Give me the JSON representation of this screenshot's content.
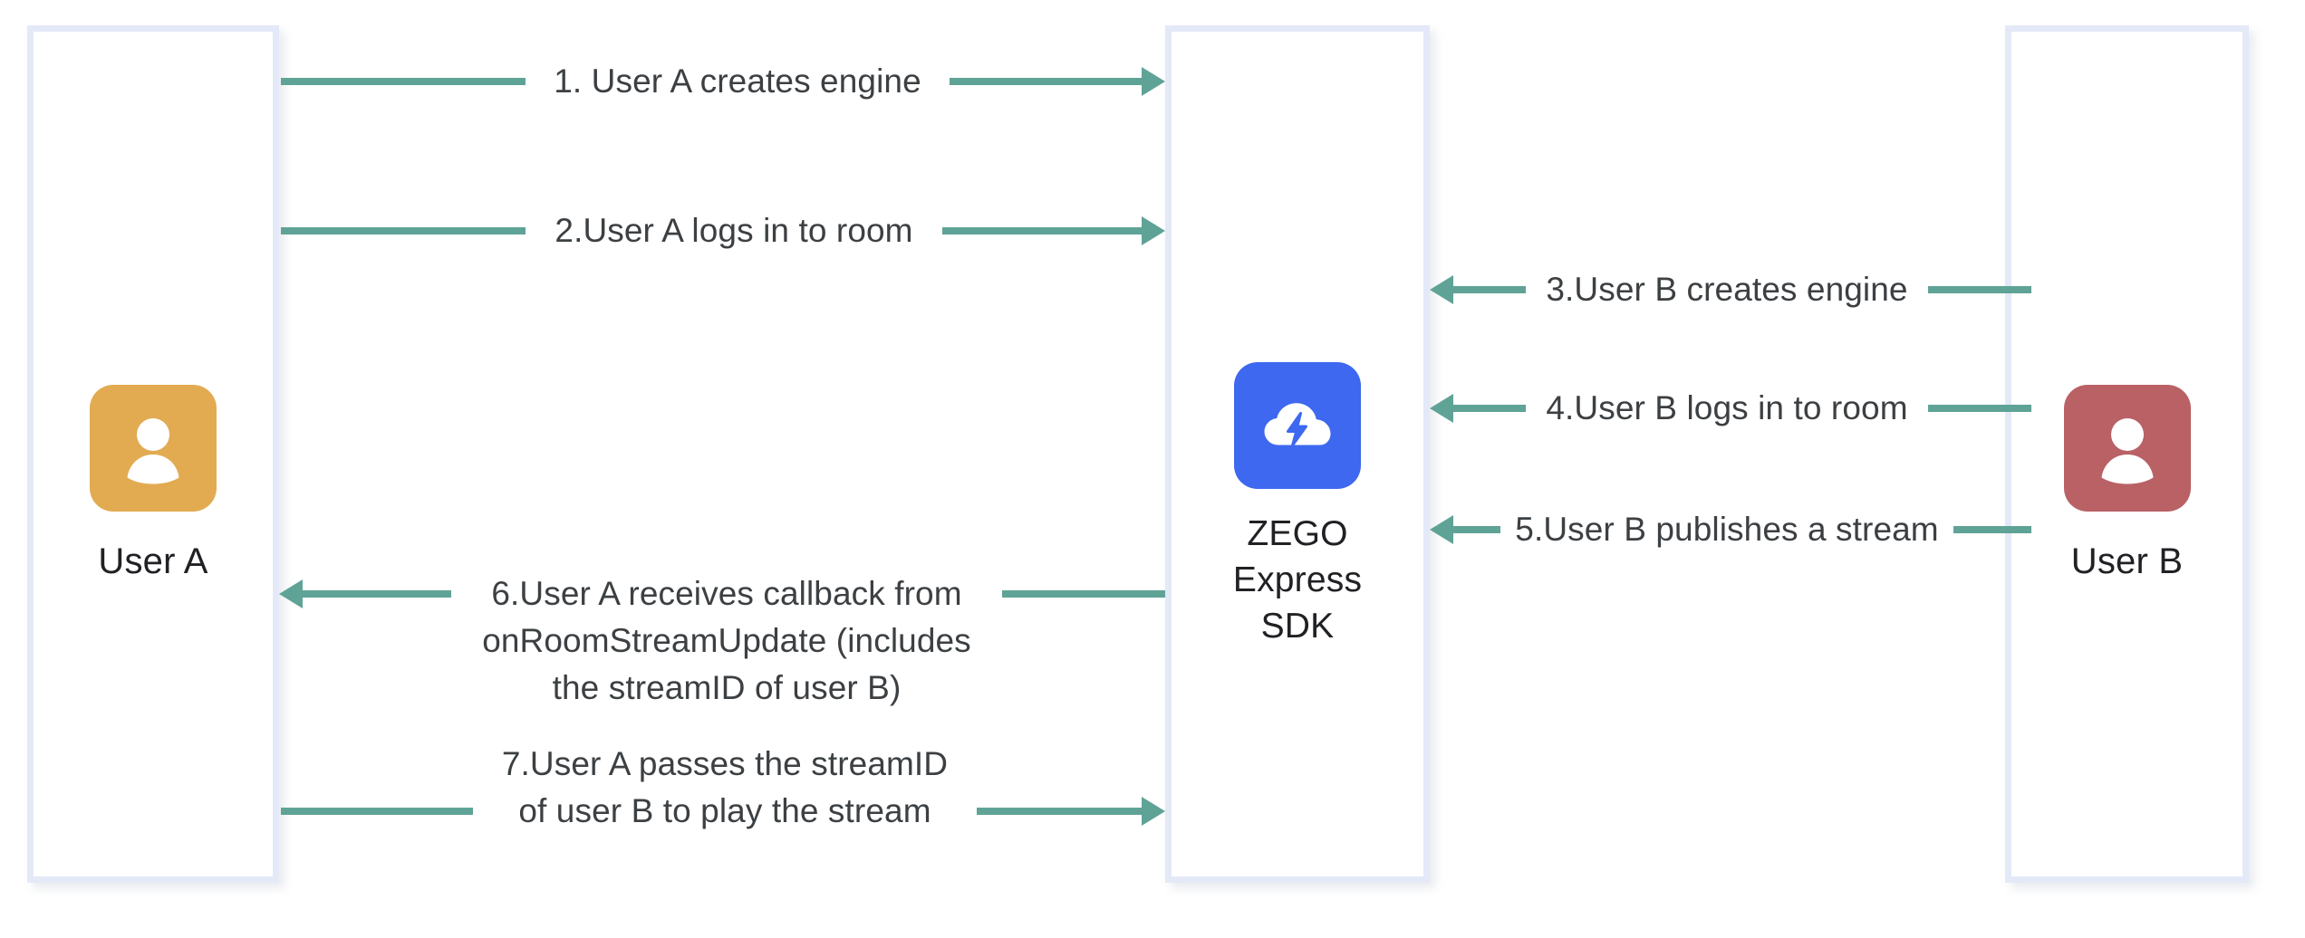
{
  "diagram": {
    "title": "ZEGO Express SDK stream publishing and playing sequence",
    "accent_teal": "#5fa396",
    "column_border": "#e4e9f8",
    "text_color": "#3c4043"
  },
  "participants": [
    {
      "id": "user-a",
      "label": "User A",
      "icon": "user-avatar-icon",
      "color": "#e2ab51"
    },
    {
      "id": "zego-express-sdk",
      "label": "ZEGO\nExpress\nSDK",
      "icon": "zego-cloud-bolt-icon",
      "color": "#3d68ef"
    },
    {
      "id": "user-b",
      "label": "User B",
      "icon": "user-avatar-icon",
      "color": "#b96165"
    }
  ],
  "messages": [
    {
      "step": "1",
      "text": "1. User A creates engine",
      "from": "user-a",
      "to": "zego-express-sdk",
      "direction": "right"
    },
    {
      "step": "2",
      "text": "2.User A logs in to room",
      "from": "user-a",
      "to": "zego-express-sdk",
      "direction": "right"
    },
    {
      "step": "3",
      "text": "3.User B creates engine",
      "from": "user-b",
      "to": "zego-express-sdk",
      "direction": "left"
    },
    {
      "step": "4",
      "text": "4.User B logs in to room",
      "from": "user-b",
      "to": "zego-express-sdk",
      "direction": "left"
    },
    {
      "step": "5",
      "text": "5.User B publishes a stream",
      "from": "user-b",
      "to": "zego-express-sdk",
      "direction": "left"
    },
    {
      "step": "6",
      "text": "6.User A receives callback from\nonRoomStreamUpdate (includes\nthe streamID of user B)",
      "from": "zego-express-sdk",
      "to": "user-a",
      "direction": "left"
    },
    {
      "step": "7",
      "text": "7.User A passes the streamID\nof user B to play the stream",
      "from": "user-a",
      "to": "zego-express-sdk",
      "direction": "right"
    }
  ]
}
